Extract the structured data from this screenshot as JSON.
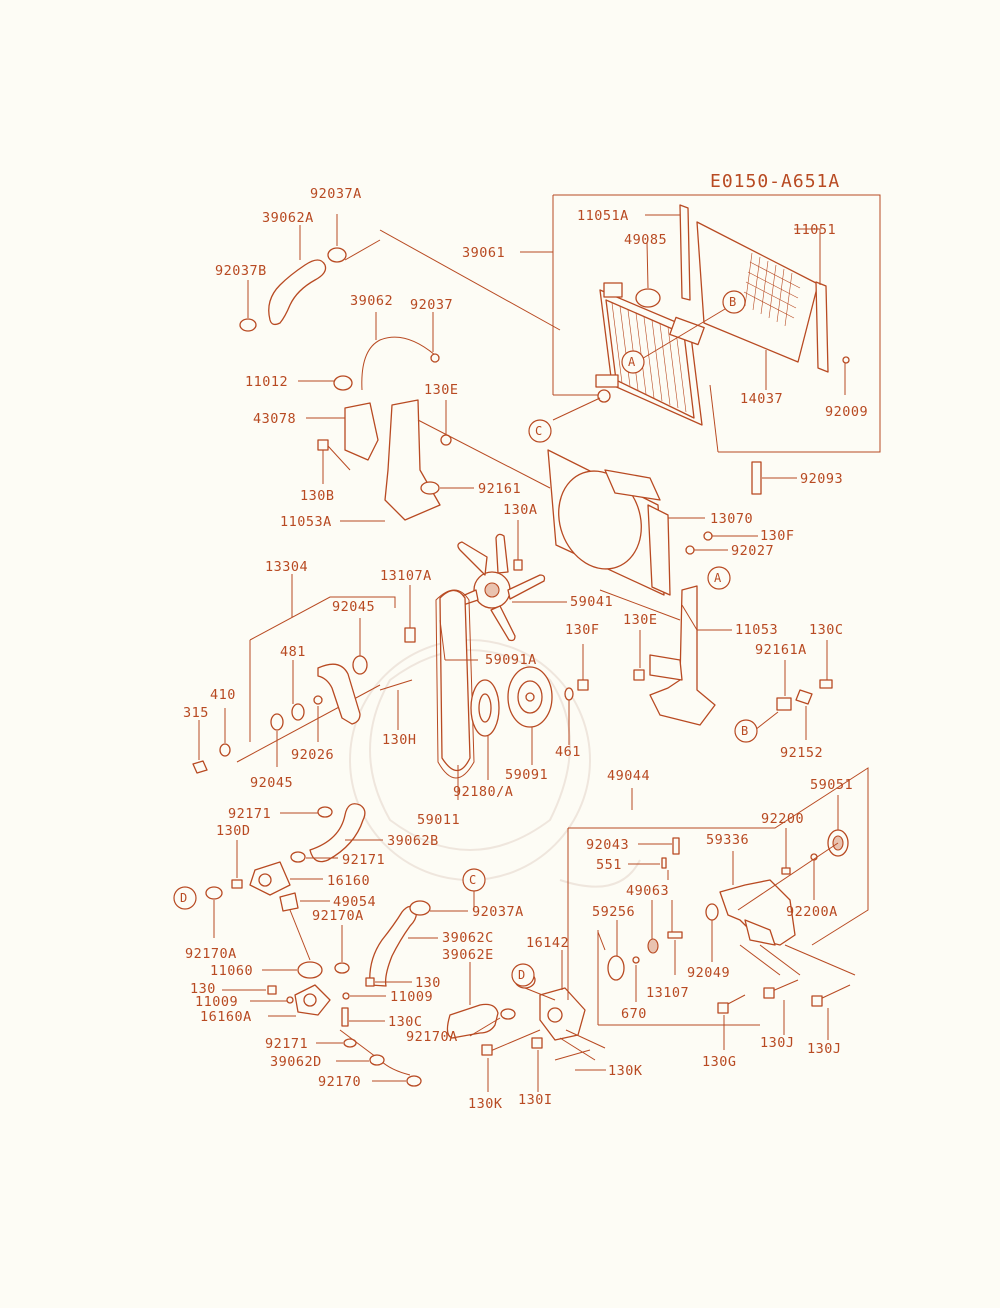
{
  "diagram_code": "E0150-A651A",
  "part_labels": {
    "p92037A_top": "92037A",
    "p39062A": "39062A",
    "p92037B": "92037B",
    "p39062": "39062",
    "p92037": "92037",
    "p11012": "11012",
    "p130E_a": "130E",
    "p43078": "43078",
    "p130B": "130B",
    "p92161": "92161",
    "p11053A": "11053A",
    "p39061": "39061",
    "p11051A": "11051A",
    "p49085": "49085",
    "p11051": "11051",
    "p14037": "14037",
    "p92009": "92009",
    "p92093": "92093",
    "p130A": "130A",
    "p13070": "13070",
    "p130F_a": "130F",
    "p92027": "92027",
    "p13304": "13304",
    "p13107A": "13107A",
    "p59041": "59041",
    "p92045_a": "92045",
    "p481": "481",
    "p59091A": "59091A",
    "p130F_b": "130F",
    "p130E_b": "130E",
    "p11053": "11053",
    "p130C_a": "130C",
    "p92161A": "92161A",
    "p410": "410",
    "p315": "315",
    "p92026": "92026",
    "p130H": "130H",
    "p461": "461",
    "p92152": "92152",
    "p92045_b": "92045",
    "p59091": "59091",
    "p92180A": "92180/A",
    "p59011": "59011",
    "p49044": "49044",
    "p59051": "59051",
    "p92171_a": "92171",
    "p130D": "130D",
    "p39062B": "39062B",
    "p92171_b": "92171",
    "p16160": "16160",
    "p49054": "49054",
    "p92170A_a": "92170A",
    "p92170A_b": "92170A",
    "p92037A_b": "92037A",
    "p39062C": "39062C",
    "p39062E": "39062E",
    "p16142": "16142",
    "p11060": "11060",
    "p130_a": "130",
    "p130_b": "130",
    "p11009_a": "11009",
    "p11009_b": "11009",
    "p16160A": "16160A",
    "p130C_b": "130C",
    "p92171_c": "92171",
    "p39062D": "39062D",
    "p92170": "92170",
    "p92170A_c": "92170A",
    "p130K_a": "130K",
    "p130I": "130I",
    "p130K_b": "130K",
    "p92043": "92043",
    "p551": "551",
    "p49063": "49063",
    "p59256": "59256",
    "p59336": "59336",
    "p92200": "92200",
    "p92200A": "92200A",
    "p92049": "92049",
    "p13107": "13107",
    "p670": "670",
    "p130G": "130G",
    "p130J_a": "130J",
    "p130J_b": "130J"
  },
  "reference_markers": {
    "A": "A",
    "B": "B",
    "C": "C",
    "D": "D"
  },
  "ink_color": "#b84a22",
  "paper_color": "#fdfcf5"
}
